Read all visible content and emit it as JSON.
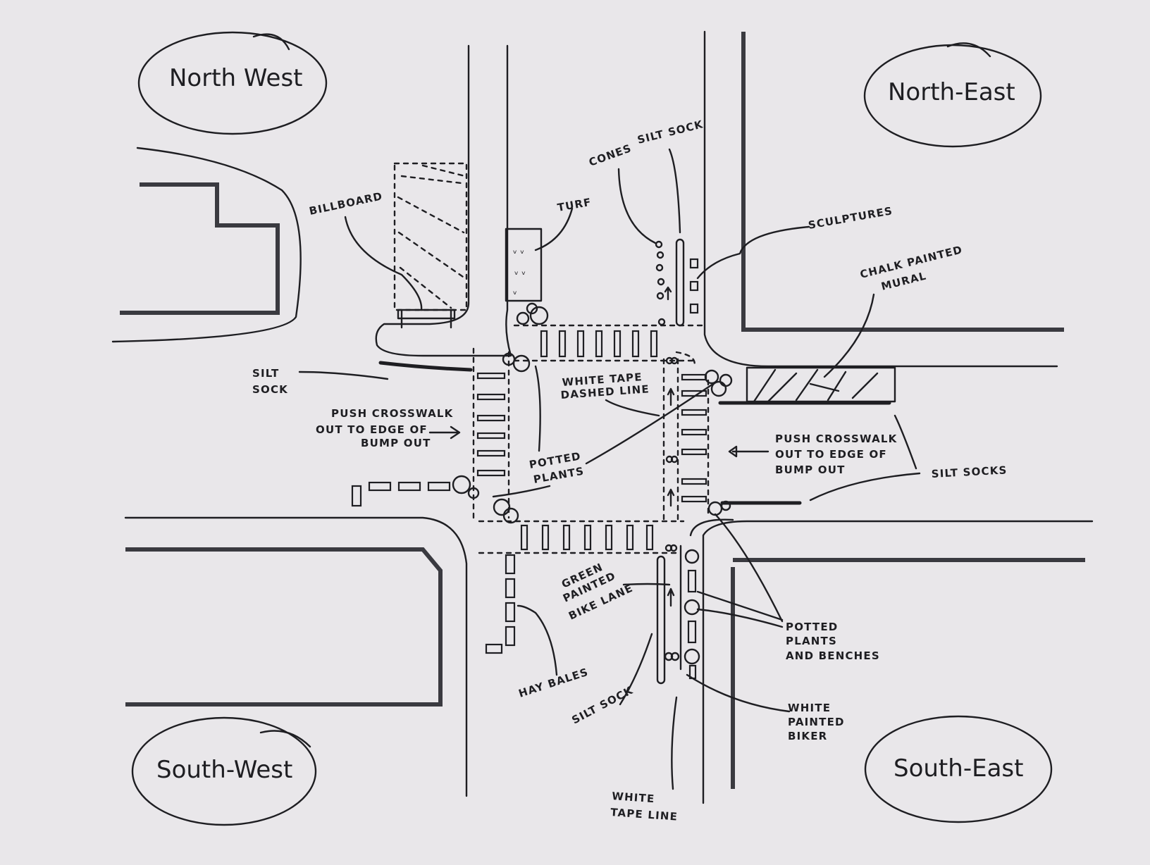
{
  "quadrants": {
    "nw": "North West",
    "ne": "North-East",
    "sw": "South-West",
    "se": "South-East"
  },
  "labels": {
    "billboard": "BILLBOARD",
    "turf": "TURF",
    "cones": "CONES",
    "silt_sock_top": "SILT SOCK",
    "sculptures": "SCULPTURES",
    "chalk_mural": [
      "CHALK PAINTED",
      "MURAL"
    ],
    "silt_sock_left": [
      "SILT",
      "SOCK"
    ],
    "white_tape_dashed": [
      "WHITE TAPE",
      "DASHED LINE"
    ],
    "push_left": [
      "PUSH CROSSWALK",
      "OUT TO EDGE OF",
      "BUMP OUT"
    ],
    "push_right": [
      "PUSH CROSSWALK",
      "OUT TO EDGE OF",
      "BUMP OUT"
    ],
    "potted_plants": [
      "POTTED",
      "PLANTS"
    ],
    "silt_socks": "SILT SOCKS",
    "green_bike_lane": [
      "GREEN",
      "PAINTED",
      "BIKE LANE"
    ],
    "potted_plants_benches": [
      "POTTED",
      "PLANTS",
      "AND BENCHES"
    ],
    "hay_bales": "HAY BALES",
    "silt_sock_bottom": "SILT SOCK",
    "white_painted_biker": [
      "WHITE",
      "PAINTED",
      "BIKER"
    ],
    "white_tape_line": [
      "WHITE",
      "TAPE LINE"
    ]
  },
  "colors": {
    "paper": "#e9e7ea",
    "ink": "#1e1e22",
    "marker": "#3a3a40"
  }
}
